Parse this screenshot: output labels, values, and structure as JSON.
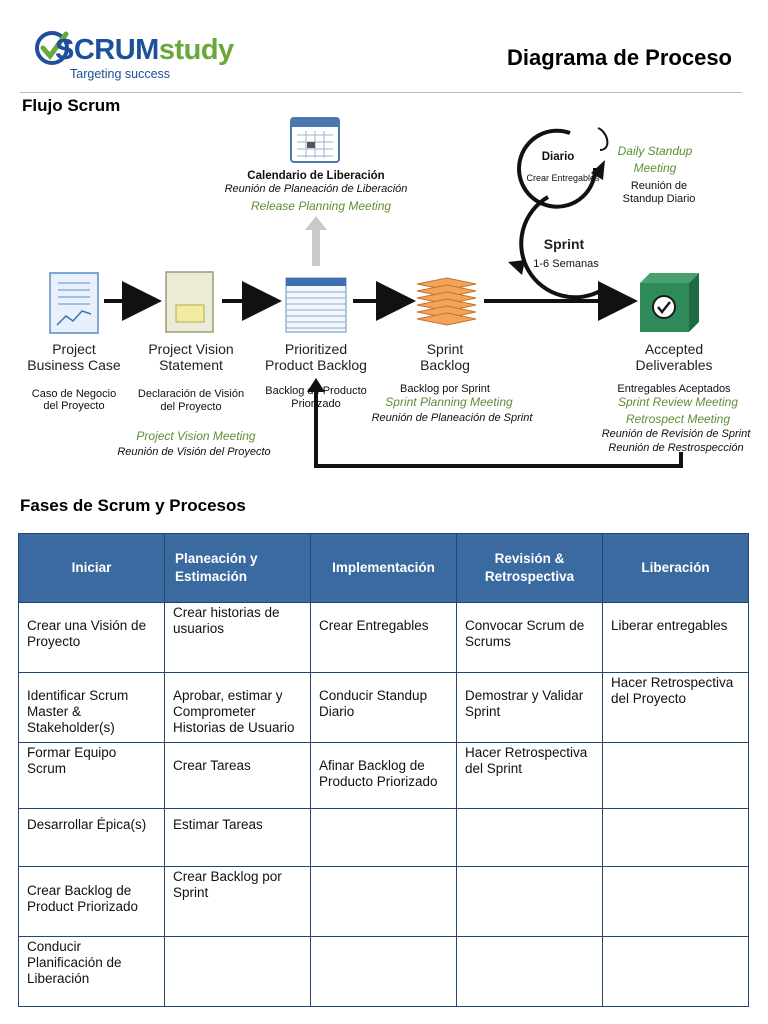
{
  "header": {
    "logo_text_a": "SCRUM",
    "logo_text_b": "study",
    "tagline": "Targeting success",
    "title": "Diagrama de Proceso"
  },
  "flow": {
    "section_title": "Flujo Scrum",
    "release": {
      "title": "Calendario de Liberación",
      "sub": "Reunión de Planeación de Liberación",
      "meeting": "Release Planning Meeting"
    },
    "daily": {
      "circle_title": "Diario",
      "circle_sub": "Crear Entregables",
      "meeting_line1": "Daily Standup",
      "meeting_line2": "Meeting",
      "sub_line1": "Reunión de",
      "sub_line2": "Standup Diario"
    },
    "sprint": {
      "circle_title": "Sprint",
      "circle_sub": "1-6 Semanas"
    },
    "nodes": [
      {
        "title1": "Project",
        "title2": "Business Case",
        "sub1": "Caso de Negocio",
        "sub2": "del Proyecto"
      },
      {
        "title1": "Project Vision",
        "title2": "Statement",
        "sub1": "Declaración de Visión",
        "sub2": "del Proyecto"
      },
      {
        "title1": "Prioritized",
        "title2": "Product Backlog",
        "sub1": "Backlog de Producto",
        "sub2": "Priorizado"
      },
      {
        "title1": "Sprint",
        "title2": "Backlog",
        "sub1": "Backlog por Sprint"
      },
      {
        "title1": "Accepted",
        "title2": "Deliverables",
        "sub1": "Entregables Aceptados"
      }
    ],
    "vision_meeting": "Project Vision Meeting",
    "vision_meeting_sub": "Reunión de Visión del Proyecto",
    "sprint_planning_meeting": "Sprint Planning Meeting",
    "sprint_planning_sub": "Reunión de Planeación de Sprint",
    "sprint_review_meeting": "Sprint Review Meeting",
    "retrospect_meeting": "Retrospect Meeting",
    "review_sub": "Reunión de Revisión de Sprint",
    "retro_sub": "Reunión de Restrospección"
  },
  "phases": {
    "section_title": "Fases de Scrum y Procesos",
    "headers": [
      "Iniciar",
      "Planeación y Estimación",
      "Implementación",
      "Revisión & Retrospectiva",
      "Liberación"
    ],
    "rows": [
      [
        "Crear una Visión de Proyecto",
        "Crear historias de usuarios",
        "Crear Entregables",
        "Convocar Scrum de Scrums",
        "Liberar entregables"
      ],
      [
        "Identificar Scrum Master & Stakeholder(s)",
        "Aprobar, estimar y Comprometer Historias de Usuario",
        "Conducir  Standup Diario",
        "Demostrar y Validar Sprint",
        "Hacer Retrospectiva del Proyecto"
      ],
      [
        "Formar Equipo Scrum",
        "Crear Tareas",
        "Afinar Backlog de Producto Priorizado",
        "Hacer Retrospectiva del Sprint",
        ""
      ],
      [
        "Desarrollar Épica(s)",
        "Estimar Tareas",
        "",
        "",
        ""
      ],
      [
        "Crear Backlog de Product Priorizado",
        "Crear Backlog por Sprint",
        "",
        "",
        ""
      ],
      [
        "Conducir Planificación de Liberación",
        "",
        "",
        "",
        ""
      ]
    ]
  },
  "colors": {
    "brand_blue": "#1d4f9a",
    "brand_green": "#6aa83a",
    "table_header": "#3a6aa0",
    "meeting_green": "#5b8f36"
  }
}
